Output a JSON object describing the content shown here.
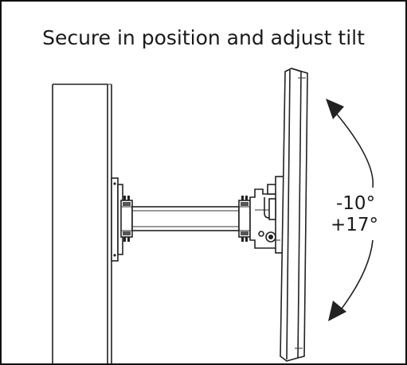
{
  "title": "Secure in position and adjust tilt",
  "tilt": {
    "up": "-10°",
    "down": "+17°"
  },
  "icons": {
    "tilt_arrow": "curved-double-arrow-icon"
  }
}
